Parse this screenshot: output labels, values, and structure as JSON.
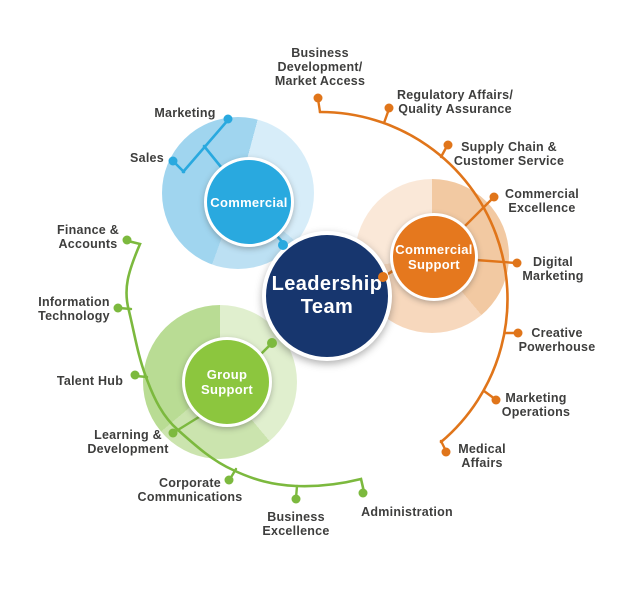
{
  "center": {
    "label": "Leadership\nTeam"
  },
  "groups": {
    "commercial": {
      "name": "Commercial",
      "items": [
        "Marketing",
        "Sales"
      ]
    },
    "commercial_support": {
      "name": "Commercial\nSupport",
      "items": [
        "Business\nDevelopment/\nMarket Access",
        "Regulatory Affairs/\nQuality Assurance",
        "Supply Chain &\nCustomer Service",
        "Commercial\nExcellence",
        "Digital\nMarketing",
        "Creative\nPowerhouse",
        "Marketing\nOperations",
        "Medical\nAffairs"
      ]
    },
    "group_support": {
      "name": "Group\nSupport",
      "items": [
        "Finance &\nAccounts",
        "Information\nTechnology",
        "Talent Hub",
        "Learning &\nDevelopment",
        "Corporate\nCommunications",
        "Business\nExcellence",
        "Administration"
      ]
    }
  },
  "colors": {
    "navy": "#17366E",
    "cyan": "#29A9DF",
    "orange": "#E5781E",
    "green": "#8CC63E",
    "orange_line": "#E0751A",
    "green_line": "#7CB93E",
    "blue_line": "#29A9DF",
    "text": "#3E3E3D"
  }
}
